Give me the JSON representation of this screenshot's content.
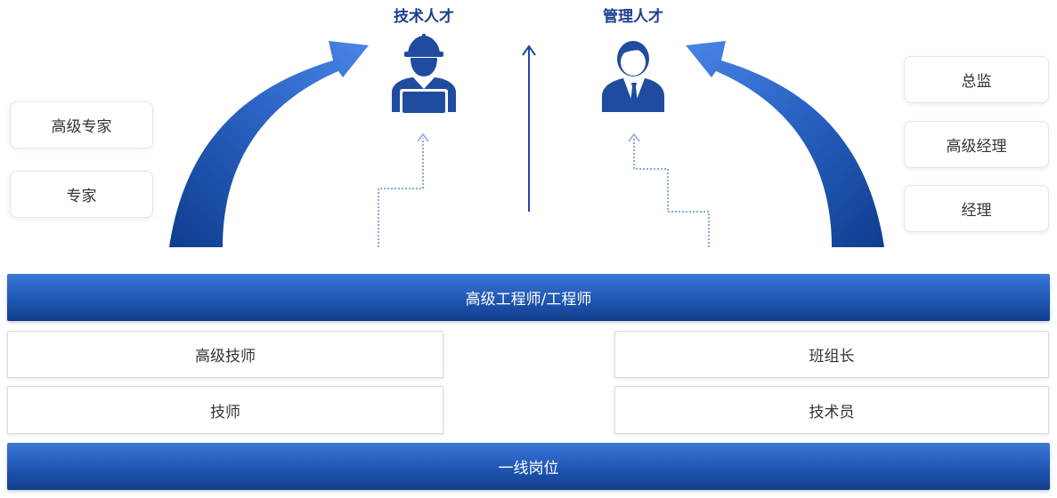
{
  "titles": {
    "technical": "技术人才",
    "management": "管理人才"
  },
  "left_cards": [
    "高级专家",
    "专家"
  ],
  "right_cards": [
    "总监",
    "高级经理",
    "经理"
  ],
  "bands": {
    "top": "高级工程师/工程师",
    "bottom": "一线岗位"
  },
  "left_rows": [
    "高级技师",
    "技师"
  ],
  "right_rows": [
    "班组长",
    "技术员"
  ],
  "icons": {
    "technical": "engineer-with-laptop-icon",
    "management": "manager-icon"
  },
  "colors": {
    "primary": "#1f56b2",
    "primary_light": "#3a78d8",
    "primary_dark": "#123f8d",
    "title": "#1b3f8f",
    "dotted": "#8aa9d6"
  }
}
